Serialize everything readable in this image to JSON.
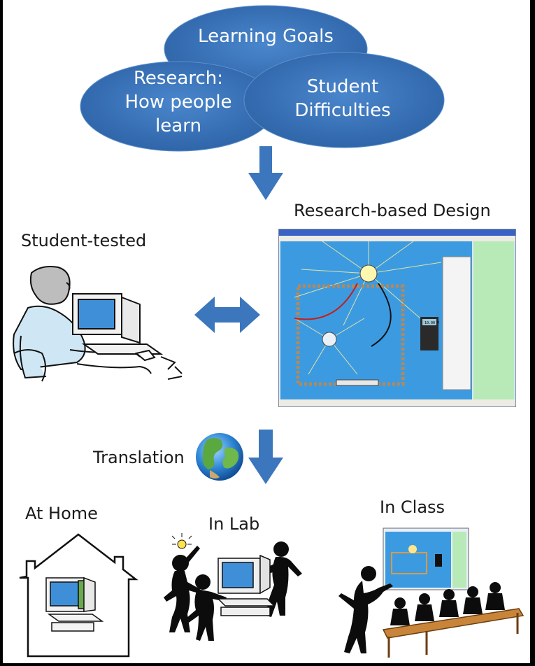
{
  "ellipses": {
    "learning_goals": "Learning Goals",
    "research_line1": "Research:",
    "research_line2": "How people",
    "research_line3": "learn",
    "student_line1": "Student",
    "student_line2": "Difficulties"
  },
  "labels": {
    "research_based_design": "Research-based Design",
    "student_tested": "Student-tested",
    "translation": "Translation",
    "at_home": "At Home",
    "in_lab": "In Lab",
    "in_class": "In Class"
  },
  "screenshot": {
    "meter_reading": "10.00 V"
  },
  "colors": {
    "ellipse_fill": "#3a72b8",
    "arrow_fill": "#3c76bd",
    "frame": "#000000",
    "sim_canvas": "#3c9be0",
    "sim_side": "#b8eab8"
  },
  "icons": [
    "globe-icon",
    "down-arrow-icon",
    "double-arrow-icon",
    "house-icon",
    "computer-icon",
    "lightbulb-icon"
  ]
}
